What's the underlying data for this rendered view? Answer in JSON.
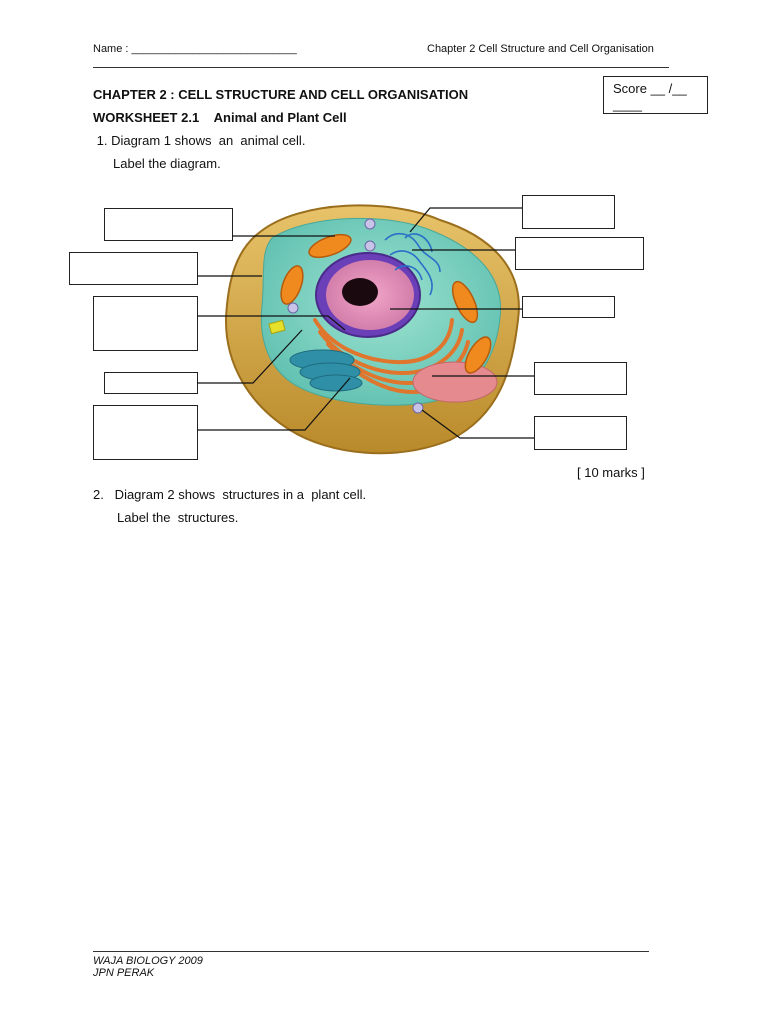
{
  "header": {
    "name_label": "Name : ___________________________",
    "chapter_ref": "Chapter 2 Cell Structure and Cell Organisation"
  },
  "score": {
    "line1": "Score __ /__",
    "line2": "____"
  },
  "title": "CHAPTER 2 :  CELL STRUCTURE AND CELL ORGANISATION",
  "worksheet": {
    "number": "WORKSHEET 2.1",
    "topic": "Animal and Plant Cell"
  },
  "question1": {
    "line1": " 1. Diagram 1 shows  an  animal cell.",
    "line2": "Label the diagram.",
    "marks": "[ 10 marks ]"
  },
  "question2": {
    "line1": "2.   Diagram 2 shows  structures in a  plant cell.",
    "line2": "Label the  structures."
  },
  "footer": {
    "line1": "WAJA BIOLOGY 2009",
    "line2": "JPN PERAK"
  },
  "colors": {
    "cytoplasm": "#7fd3c0",
    "membrane": "#d9a84a",
    "nucleus_envelope": "#6a3fb8",
    "nucleolus": "#1a0a10",
    "mitochondria": "#f08a1e",
    "er": "#e87a3c",
    "golgi": "#2f8fa6",
    "centrosome": "#e6e02a"
  }
}
